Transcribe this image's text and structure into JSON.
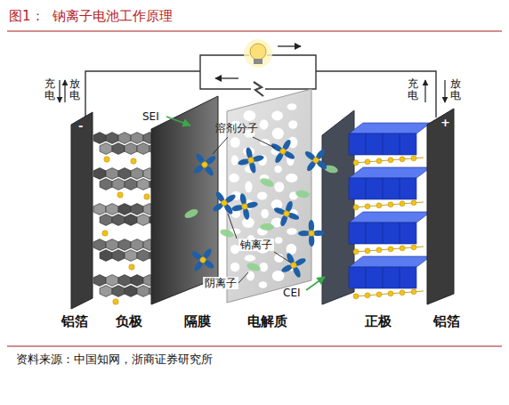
{
  "diagram": {
    "title": "图1：  钠离子电池工作原理",
    "caption": "资料来源：中国知网，浙商证券研究所",
    "labels": [
      "充电",
      "放电",
      "充电",
      "放电",
      "SEI",
      "溶剂分子",
      "钠离子",
      "阴离子",
      "CEI",
      "铝箔",
      "负极",
      "隔膜",
      "电解质",
      "正极",
      "铝箔",
      "-",
      "+"
    ]
  }
}
